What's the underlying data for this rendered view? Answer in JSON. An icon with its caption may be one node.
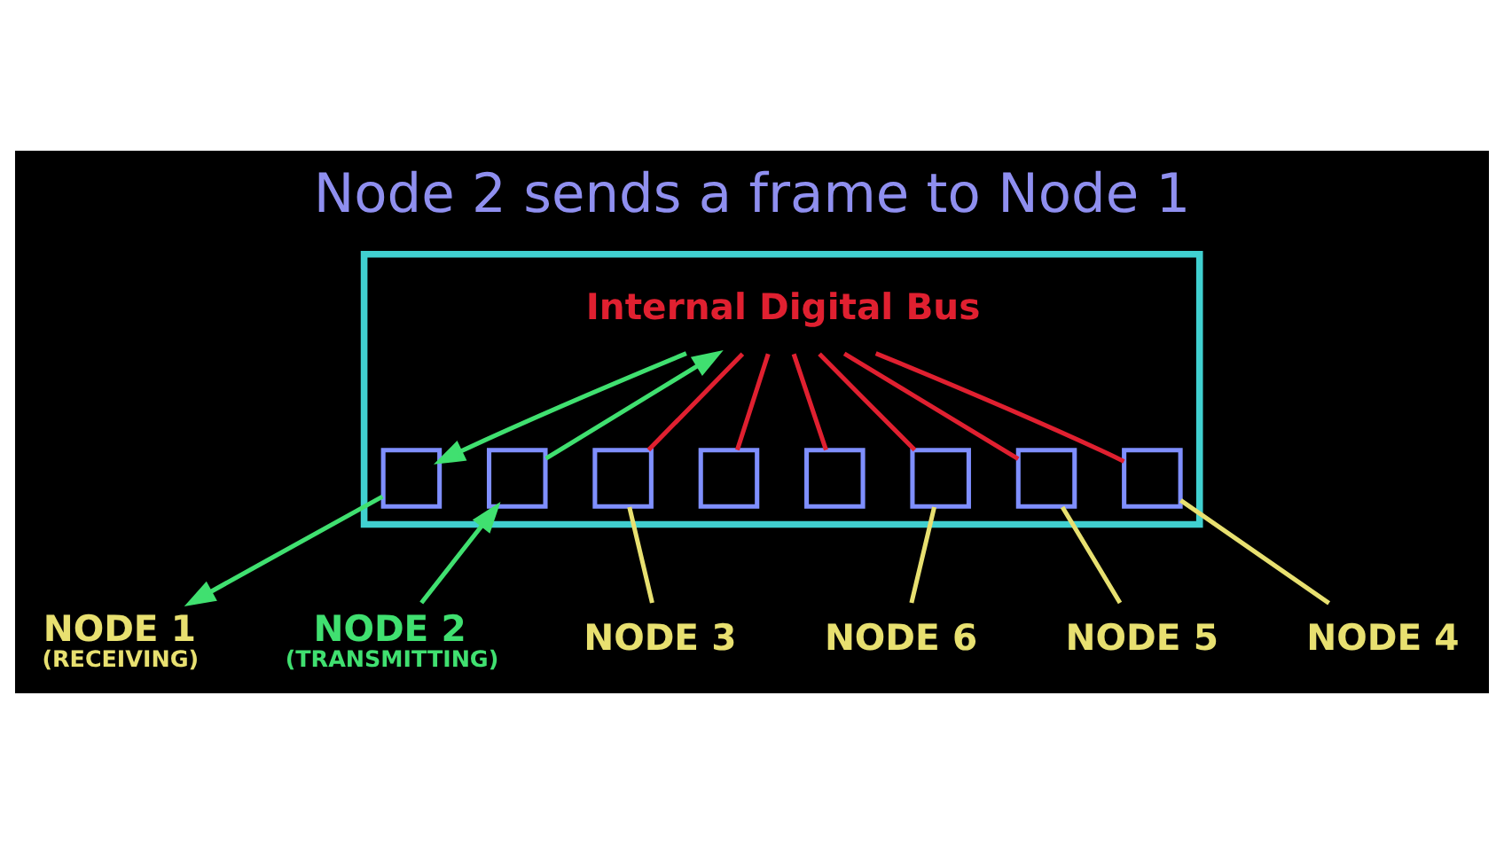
{
  "diagram": {
    "title": "Node 2 sends a frame to Node 1",
    "nodes": [
      {
        "text": [],
        "shape": "box"
      },
      {
        "text": [
          "Internal Digital Bus"
        ],
        "in": 0
      },
      {
        "text": [],
        "shape": "box",
        "in": 0
      },
      {
        "text": [],
        "shape": "box",
        "in": 0
      },
      {
        "text": [],
        "shape": "box",
        "in": 0
      },
      {
        "text": [],
        "shape": "box",
        "in": 0
      },
      {
        "text": [],
        "shape": "box",
        "in": 0
      },
      {
        "text": [],
        "shape": "box",
        "in": 0
      },
      {
        "text": [],
        "shape": "box",
        "in": 0
      },
      {
        "text": [],
        "shape": "box",
        "in": 0
      },
      {
        "text": [
          "NODE 1",
          "(RECEIVING)"
        ]
      },
      {
        "text": [
          "NODE 2",
          "(TRANSMITTING)"
        ]
      },
      {
        "text": [
          "NODE 3"
        ]
      },
      {
        "text": [
          "NODE 4"
        ]
      },
      {
        "text": [
          "NODE 5"
        ]
      },
      {
        "text": [
          "NODE 6"
        ]
      }
    ],
    "edges": [
      {
        "from": 3,
        "to": 1,
        "arrow": "to",
        "color": "#40e070"
      },
      {
        "from": 1,
        "to": 2,
        "arrow": "to",
        "color": "#40e070"
      },
      {
        "from": 1,
        "to": 4,
        "arrow": "none"
      },
      {
        "from": 1,
        "to": 5,
        "arrow": "none"
      },
      {
        "from": 1,
        "to": 6,
        "arrow": "none"
      },
      {
        "from": 1,
        "to": 7,
        "arrow": "none"
      },
      {
        "from": 1,
        "to": 8,
        "arrow": "none"
      },
      {
        "from": 1,
        "to": 9,
        "arrow": "none"
      },
      {
        "from": 2,
        "to": 10,
        "arrow": "to",
        "color": "#40e070"
      },
      {
        "from": 11,
        "to": 3,
        "arrow": "to",
        "color": "#40e070"
      },
      {
        "from": 4,
        "to": 12,
        "arrow": "none",
        "color": "#e8e070"
      },
      {
        "from": 9,
        "to": 13,
        "arrow": "none",
        "color": "#e8e070"
      },
      {
        "from": 8,
        "to": 14,
        "arrow": "none",
        "color": "#e8e070"
      },
      {
        "from": 7,
        "to": 15,
        "arrow": "none",
        "color": "#e8e070"
      }
    ]
  }
}
